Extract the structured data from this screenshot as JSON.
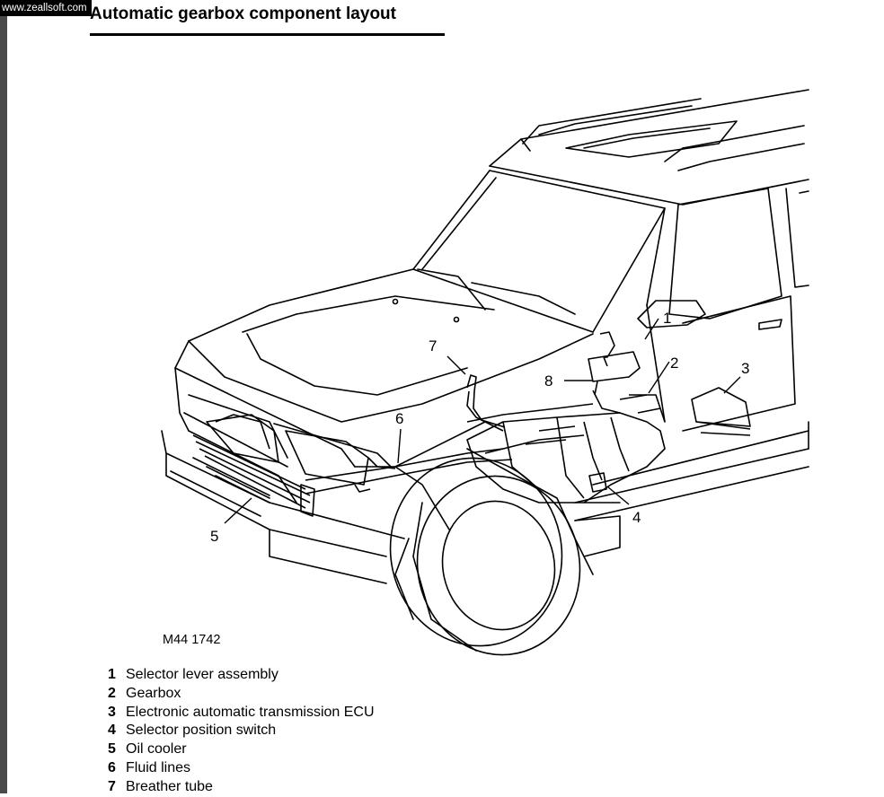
{
  "watermark": "www.zeallsoft.com",
  "title": "Automatic gearbox component layout",
  "figure_code": "M44 1742",
  "callouts": [
    "1",
    "2",
    "3",
    "4",
    "5",
    "6",
    "7",
    "8"
  ],
  "legend": [
    {
      "number": "1",
      "label": "Selector lever assembly"
    },
    {
      "number": "2",
      "label": "Gearbox"
    },
    {
      "number": "3",
      "label": "Electronic automatic transmission ECU"
    },
    {
      "number": "4",
      "label": "Selector position switch"
    },
    {
      "number": "5",
      "label": "Oil cooler"
    },
    {
      "number": "6",
      "label": "Fluid lines"
    },
    {
      "number": "7",
      "label": "Breather tube"
    }
  ]
}
